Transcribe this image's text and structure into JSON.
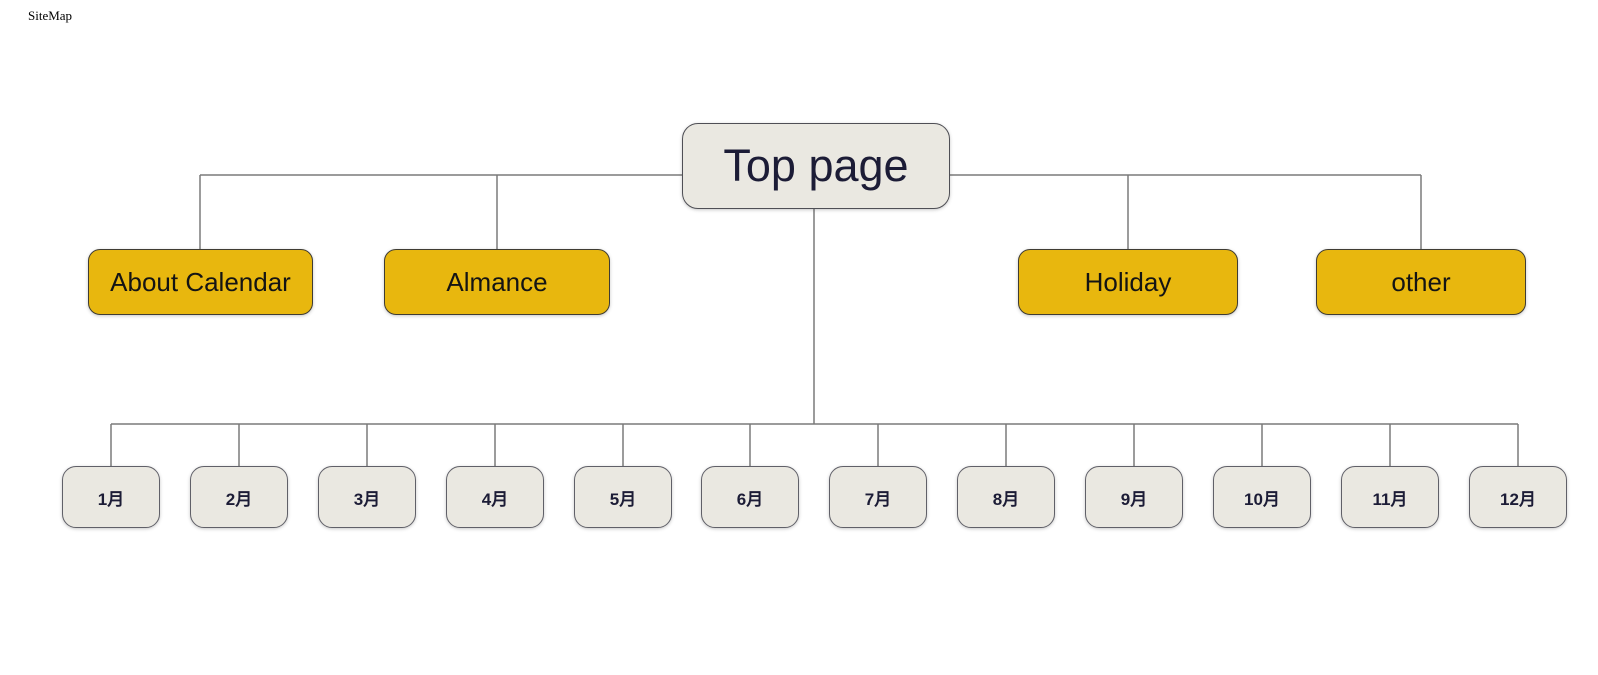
{
  "page": {
    "title": "SiteMap"
  },
  "tree": {
    "root": {
      "label": "Top page"
    },
    "sections": [
      {
        "label": "About Calendar"
      },
      {
        "label": "Almance"
      },
      {
        "label": "Holiday"
      },
      {
        "label": "other"
      }
    ],
    "months": [
      {
        "label": "1月"
      },
      {
        "label": "2月"
      },
      {
        "label": "3月"
      },
      {
        "label": "4月"
      },
      {
        "label": "5月"
      },
      {
        "label": "6月"
      },
      {
        "label": "7月"
      },
      {
        "label": "8月"
      },
      {
        "label": "9月"
      },
      {
        "label": "10月"
      },
      {
        "label": "11月"
      },
      {
        "label": "12月"
      }
    ]
  },
  "colors": {
    "node_yellow": "#e8b70e",
    "node_light": "#eae8e1",
    "line": "#7a7a7a",
    "ink": "#1c1c36"
  }
}
